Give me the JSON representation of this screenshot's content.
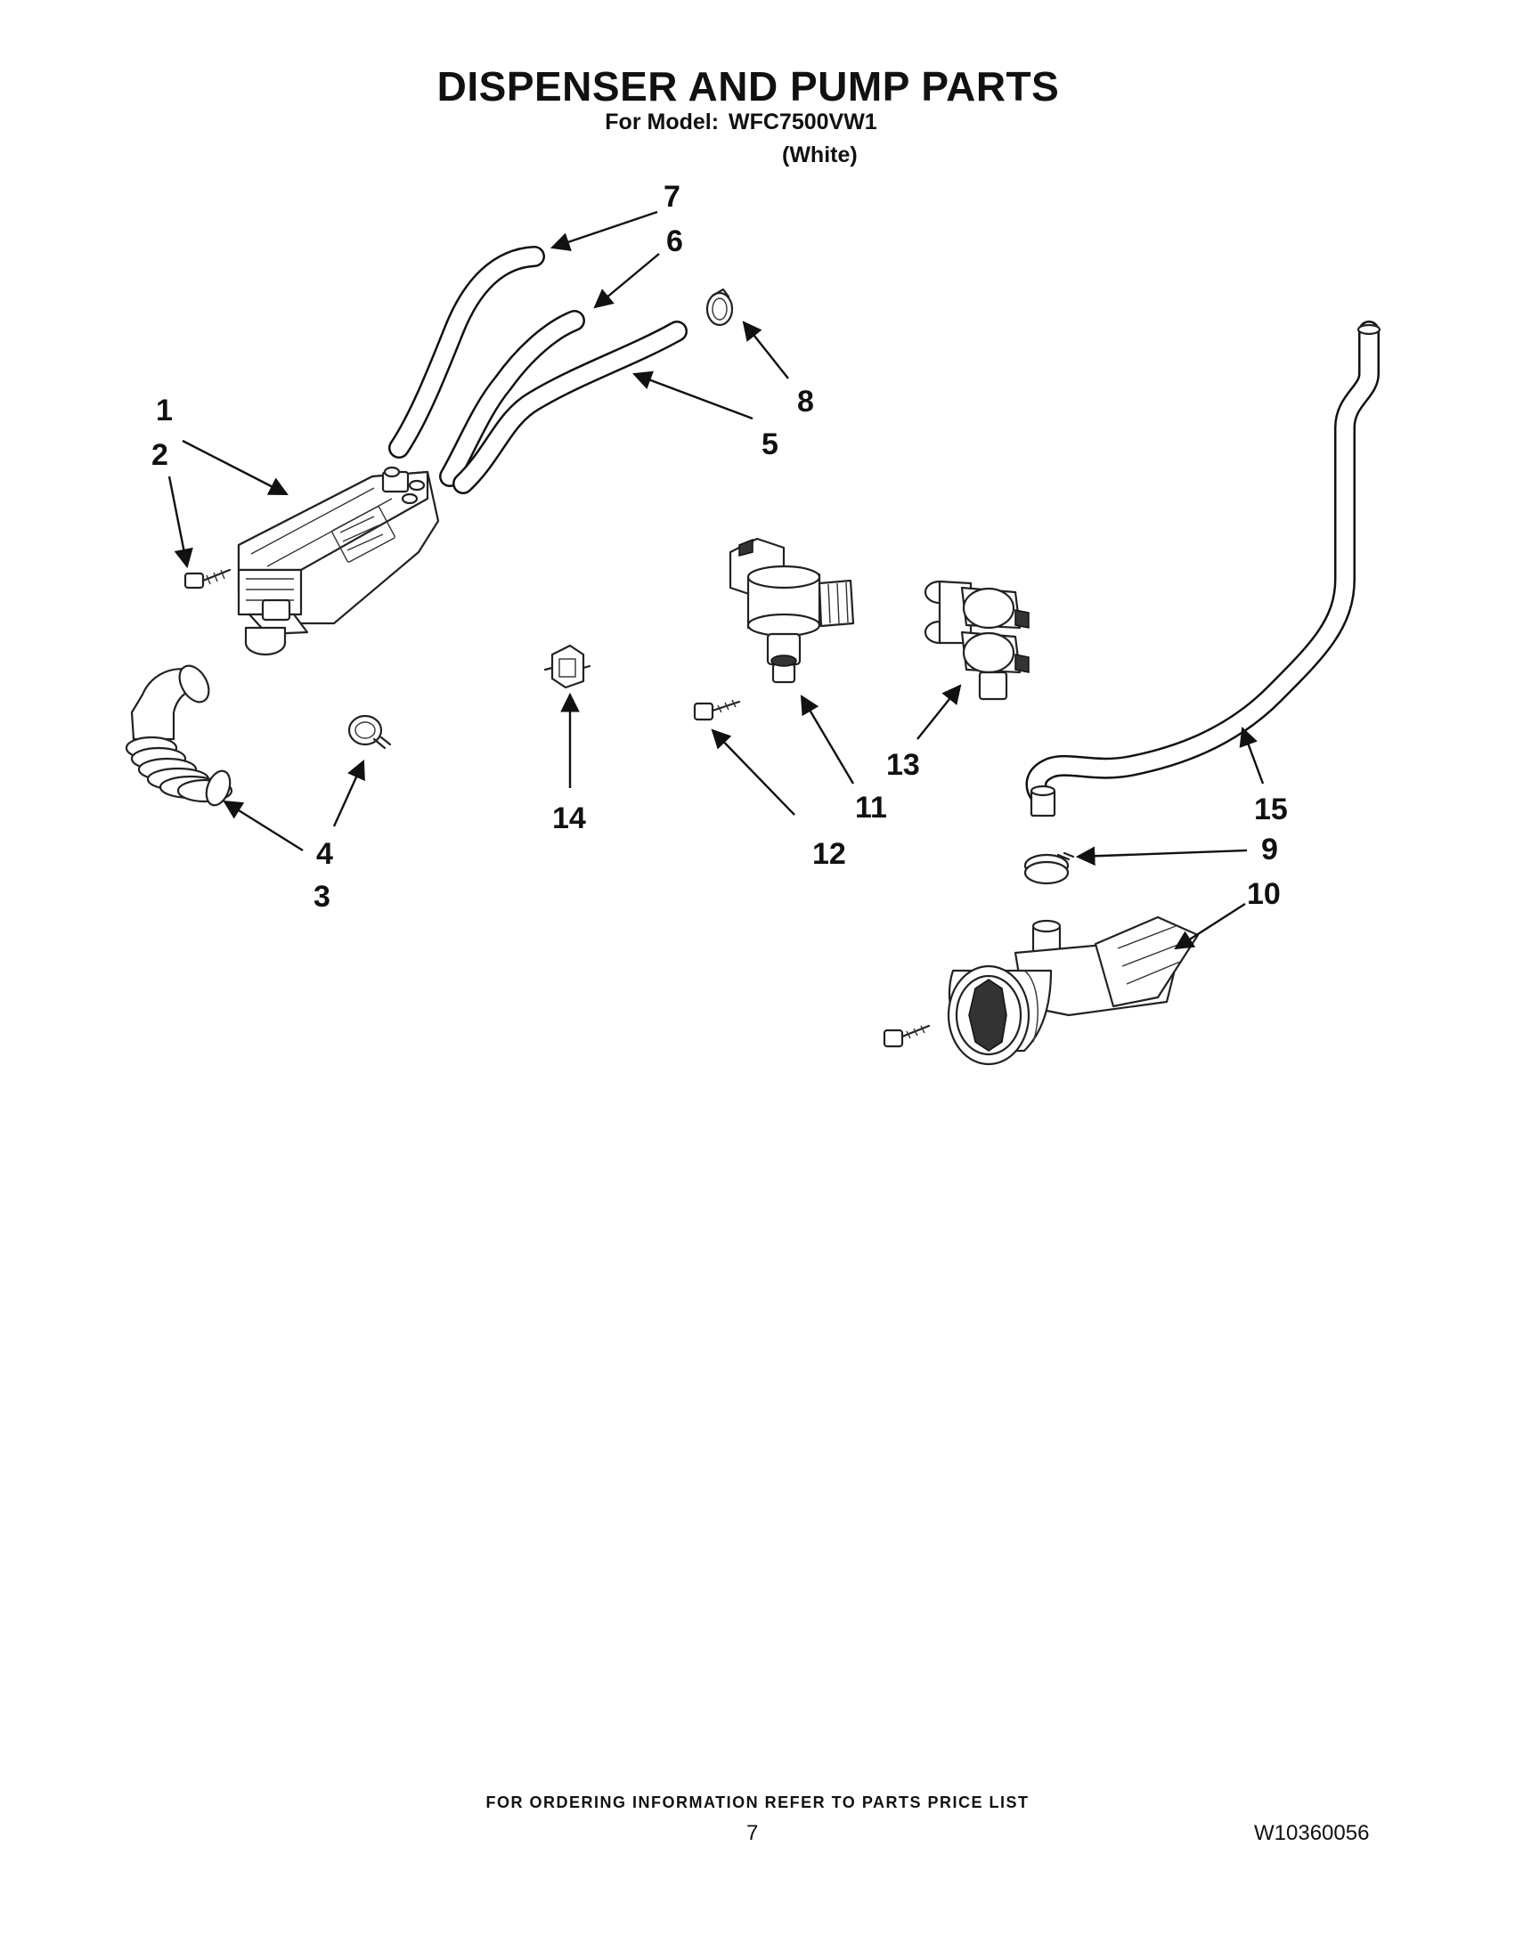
{
  "header": {
    "title": "DISPENSER AND PUMP PARTS",
    "model_label": "For Model:",
    "model_number": "WFC7500VW1",
    "color": "(White)"
  },
  "callouts": [
    "1",
    "2",
    "3",
    "4",
    "5",
    "6",
    "7",
    "8",
    "9",
    "10",
    "11",
    "12",
    "13",
    "14",
    "15"
  ],
  "footer": {
    "ordering_note": "FOR ORDERING INFORMATION REFER TO PARTS PRICE LIST",
    "page_number": "7",
    "document_number": "W10360056"
  }
}
